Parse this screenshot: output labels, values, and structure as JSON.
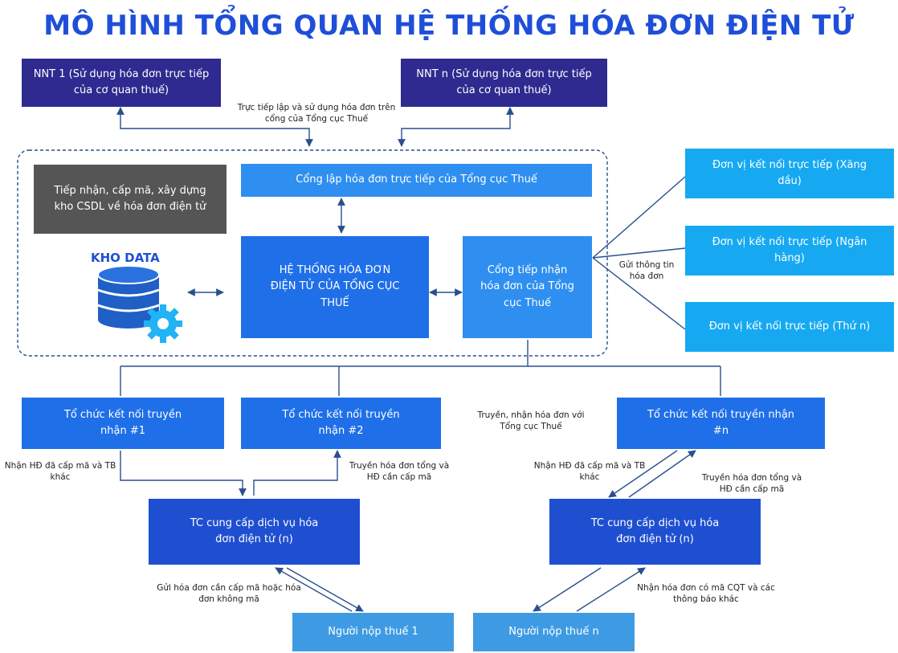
{
  "title": "MÔ HÌNH TỔNG QUAN HỆ THỐNG HÓA ĐƠN ĐIỆN TỬ",
  "nnt": {
    "first": "NNT 1 (Sử dụng hóa đơn trực tiếp của cơ quan thuế)",
    "last": "NNT n (Sử dụng hóa đơn trực tiếp của cơ quan thuế)",
    "edge_label": "Trực tiếp lập và sử dụng hóa đơn trên cổng của Tổng cục Thuế"
  },
  "core": {
    "storage_box": "Tiếp nhận, cấp mã, xây dựng kho CSDL về hóa đơn điện tử",
    "kho_data": "KHO DATA",
    "portal_direct": "Cổng lập hóa đơn trực tiếp của Tổng cục Thuế",
    "system": "HỆ THỐNG HÓA ĐƠN ĐIỆN TỬ CỦA TỔNG CỤC THUẾ",
    "receiving_portal": "Cổng tiếp nhận hóa đơn của Tổng cục Thuế"
  },
  "direct_units": {
    "items": [
      "Đơn vị kết nối trực tiếp (Xăng dầu)",
      "Đơn vị kết nối trực tiếp (Ngân hàng)",
      "Đơn vị kết nối trực tiếp (Thứ n)"
    ],
    "edge_label": "Gửi thông tin hóa đơn"
  },
  "transmitters": {
    "items": [
      "Tổ chức kết nối truyền nhận #1",
      "Tổ chức kết nối truyền nhận #2",
      "Tổ chức kết nối truyền nhận #n"
    ],
    "edge_label": "Truyền, nhận hóa đơn với Tổng cục Thuế"
  },
  "providers": {
    "left": "TC cung cấp dịch vụ hóa đơn điện tử (n)",
    "right": "TC cung cấp dịch vụ hóa đơn điện tử (n)"
  },
  "taxpayers": {
    "first": "Người nộp thuế 1",
    "last": "Người nộp thuế n"
  },
  "edge_labels": {
    "receive_left": "Nhận HĐ đã cấp mã và TB khác",
    "send_left": "Truyền hóa đơn tổng và HĐ cần cấp mã",
    "receive_right": "Nhận HĐ đã cấp mã và TB khác",
    "send_right": "Truyền hóa đơn tổng và HĐ cần cấp mã",
    "taxpayer_send": "Gửi hóa đơn cần cấp mã hoặc hóa đơn không mã",
    "taxpayer_receive": "Nhận hóa đơn có mã CQT và các thông báo khác"
  },
  "colors": {
    "title": "#1f4fd8",
    "navy": "#2e2a8f",
    "blue": "#1f6fe8",
    "cyan": "#16a9f2",
    "gray": "#555555"
  }
}
